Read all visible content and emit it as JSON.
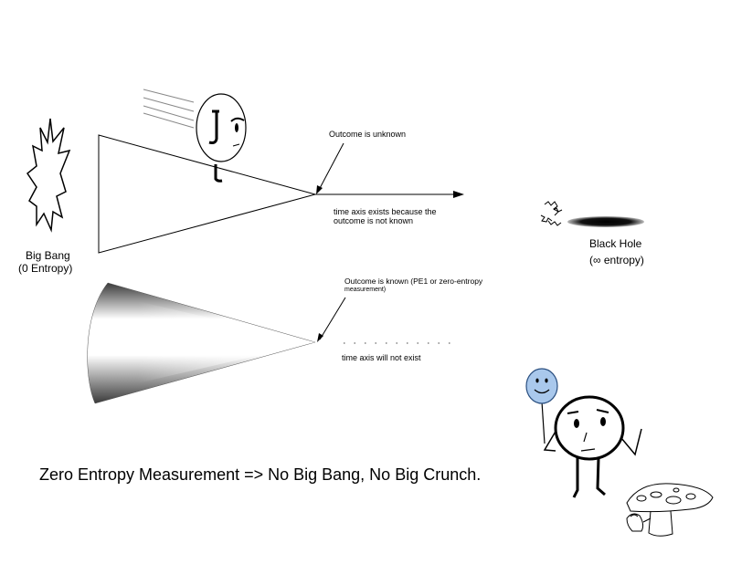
{
  "big_bang": {
    "title": "Big Bang",
    "subtitle": "(0  Entropy)"
  },
  "black_hole": {
    "title": "Black Hole",
    "subtitle": "(∞  entropy)"
  },
  "top_cone": {
    "pointer_label": "Outcome is unknown",
    "axis_label_line1": "time axis exists because the",
    "axis_label_line2": "outcome  is not known"
  },
  "bottom_cone": {
    "pointer_label_line1": "Outcome is known (PE1 or zero-entropy",
    "pointer_label_line2": "measurement)",
    "axis_label": "time axis will not exist"
  },
  "caption": "Zero Entropy Measurement  => No Big Bang, No Big Crunch.",
  "colors": {
    "balloon": "#a9c8ec",
    "balloon_stroke": "#2a4f80",
    "ink": "#000000"
  },
  "icons": [
    "starburst-icon",
    "running-face-icon",
    "black-hole-icon",
    "balloon-face-icon",
    "stick-figure-icon",
    "mushroom-icon"
  ]
}
